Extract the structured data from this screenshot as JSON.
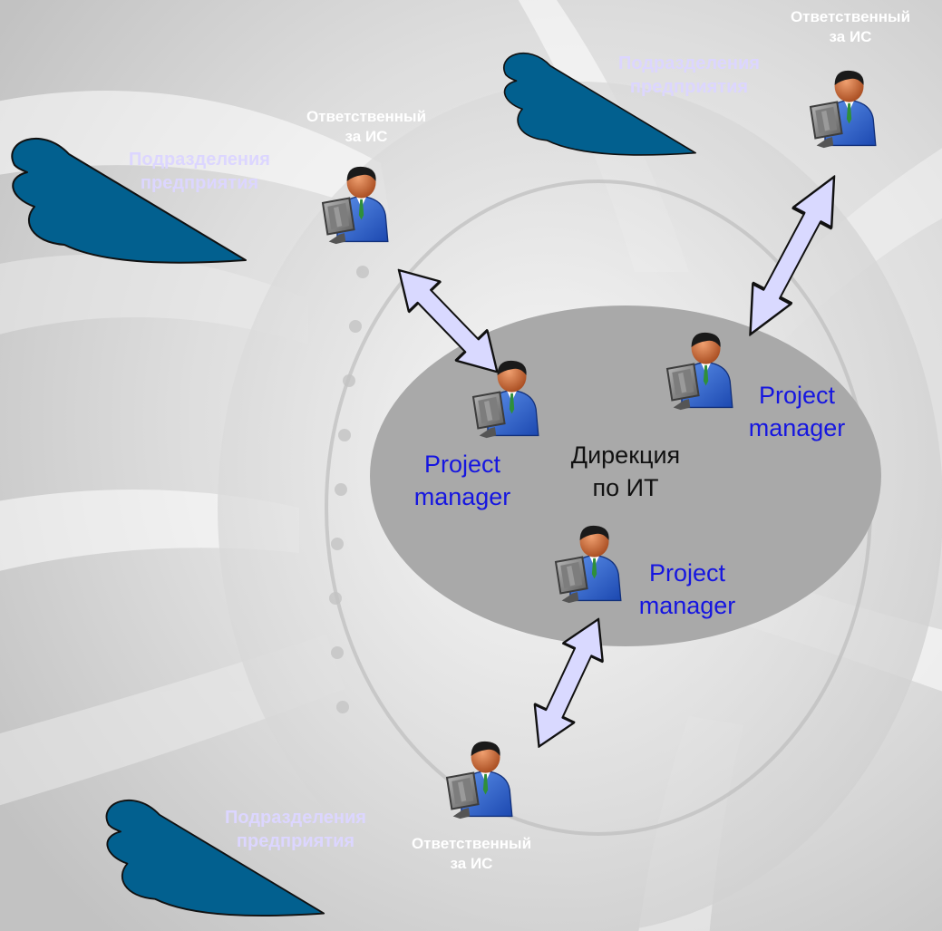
{
  "center": {
    "title_line1": "Дирекция",
    "title_line2": "по ИТ"
  },
  "project_manager": {
    "line1": "Project",
    "line2": "manager"
  },
  "responsible": {
    "line1": "Ответственный",
    "line2": "за ИС"
  },
  "departments": {
    "line1": "Подразделения",
    "line2": "предприятия"
  },
  "colors": {
    "cloud_fill": "#02608f",
    "ellipse_fill": "#a9a9a9",
    "arrow_fill": "#d9d9ff",
    "pm_text": "#1616e0",
    "department_text": "#dcd6ff",
    "responsible_text": "#ffffff"
  },
  "icons": [
    "user-at-computer-icon",
    "cloud-icon",
    "double-arrow-icon"
  ]
}
